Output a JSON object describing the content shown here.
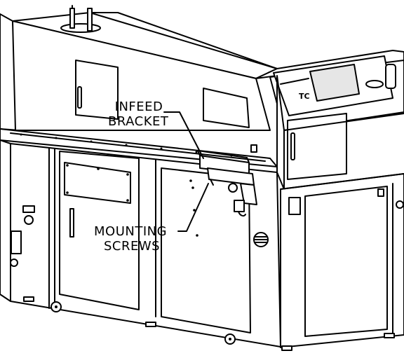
{
  "callouts": {
    "infeed_bracket": {
      "line1": "INFEED",
      "line2": "BRACKET"
    },
    "mounting_screws": {
      "line1": "MOUNTING",
      "line2": "SCREWS"
    }
  },
  "panel": {
    "logo_text": "TC"
  },
  "colors": {
    "ink": "#000000",
    "screen_fill": "#e6e6e6",
    "background": "#ffffff"
  }
}
